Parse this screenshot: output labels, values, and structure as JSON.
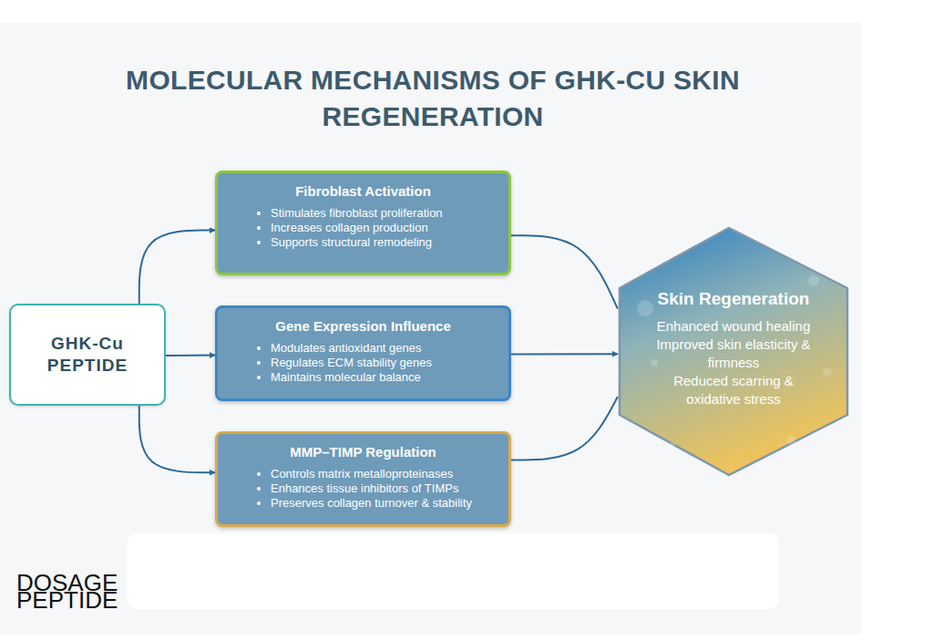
{
  "diagram": {
    "title": "MOLECULAR MECHANISMS OF GHK-CU SKIN REGENERATION",
    "nodes": [
      {
        "text": [
          "GHK-Cu PEPTIDE"
        ]
      },
      {
        "text": [
          "Fibroblast Activation",
          "Stimulates fibroblast proliferation",
          "Increases collagen production",
          "Supports structural remodeling"
        ]
      },
      {
        "text": [
          "Gene Expression Influence",
          "Modulates antioxidant genes",
          "Regulates ECM stability genes",
          "Maintains molecular balance"
        ]
      },
      {
        "text": [
          "MMP–TIMP Regulation",
          "Controls matrix metalloproteinases",
          "Enhances tissue inhibitors of TIMPs",
          "Preserves collagen turnover & stability"
        ]
      },
      {
        "text": [
          "Skin Regeneration",
          "Enhanced wound healing",
          "Improved skin elasticity & firmness",
          "Reduced scarring & oxidative stress"
        ]
      }
    ],
    "edges": [
      {
        "from": 0,
        "to": 1,
        "arrow": "to"
      },
      {
        "from": 0,
        "to": 2,
        "arrow": "to"
      },
      {
        "from": 0,
        "to": 3,
        "arrow": "to"
      },
      {
        "from": 1,
        "to": 4,
        "arrow": "none"
      },
      {
        "from": 2,
        "to": 4,
        "arrow": "to"
      },
      {
        "from": 3,
        "to": 4,
        "arrow": "none"
      }
    ],
    "labels": [
      "DOSAGE PEPTIDE"
    ]
  }
}
